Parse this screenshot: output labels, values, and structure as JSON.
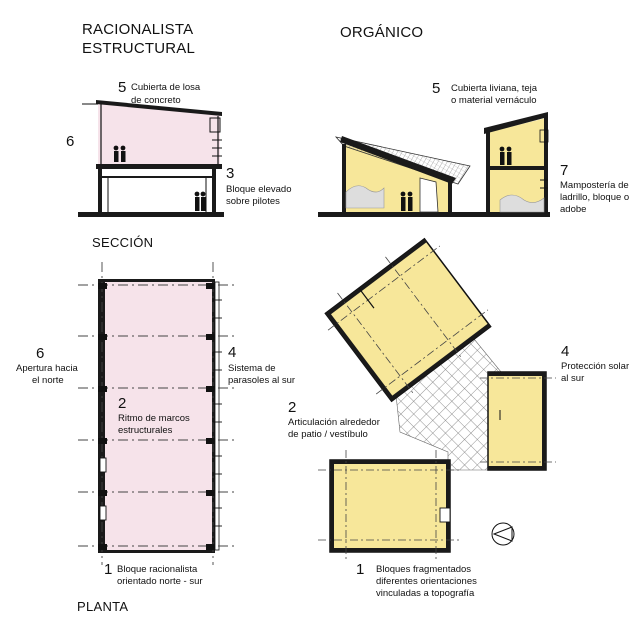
{
  "headings": {
    "left_line1": "RACIONALISTA",
    "left_line2": "ESTRUCTURAL",
    "right": "ORGÁNICO"
  },
  "sections": {
    "section": "SECCIÓN",
    "plan": "PLANTA"
  },
  "left_section": {
    "n5": "5",
    "n5_l1": "Cubierta de losa",
    "n5_l2": "de concreto",
    "n6": "6",
    "n3": "3",
    "n3_l1": "Bloque elevado",
    "n3_l2": "sobre pilotes"
  },
  "right_section": {
    "n5": "5",
    "n5_l1": "Cubierta liviana, teja",
    "n5_l2": "o material vernáculo",
    "n7": "7",
    "n7_l1": "Mampostería de",
    "n7_l2": "ladrillo, bloque o",
    "n7_l3": "adobe"
  },
  "left_plan": {
    "n6": "6",
    "n6_l1": "Apertura hacia",
    "n6_l2": "el norte",
    "n4": "4",
    "n4_l1": "Sistema de",
    "n4_l2": "parasoles al sur",
    "n2": "2",
    "n2_l1": "Ritmo de marcos",
    "n2_l2": "estructurales",
    "n1": "1",
    "n1_l1": "Bloque racionalista",
    "n1_l2": "orientado norte - sur"
  },
  "right_plan": {
    "n2": "2",
    "n2_l1": "Articulación alrededor",
    "n2_l2": "de patio / vestíbulo",
    "n4": "4",
    "n4_l1": "Protección solar",
    "n4_l2": "al sur",
    "n1": "1",
    "n1_l1": "Bloques fragmentados",
    "n1_l2": "diferentes orientaciones",
    "n1_l3": "vinculadas a topografía"
  },
  "colors": {
    "pink_fill": "#f6e3ea",
    "yellow_fill": "#f7e79a",
    "ink": "#111111"
  }
}
